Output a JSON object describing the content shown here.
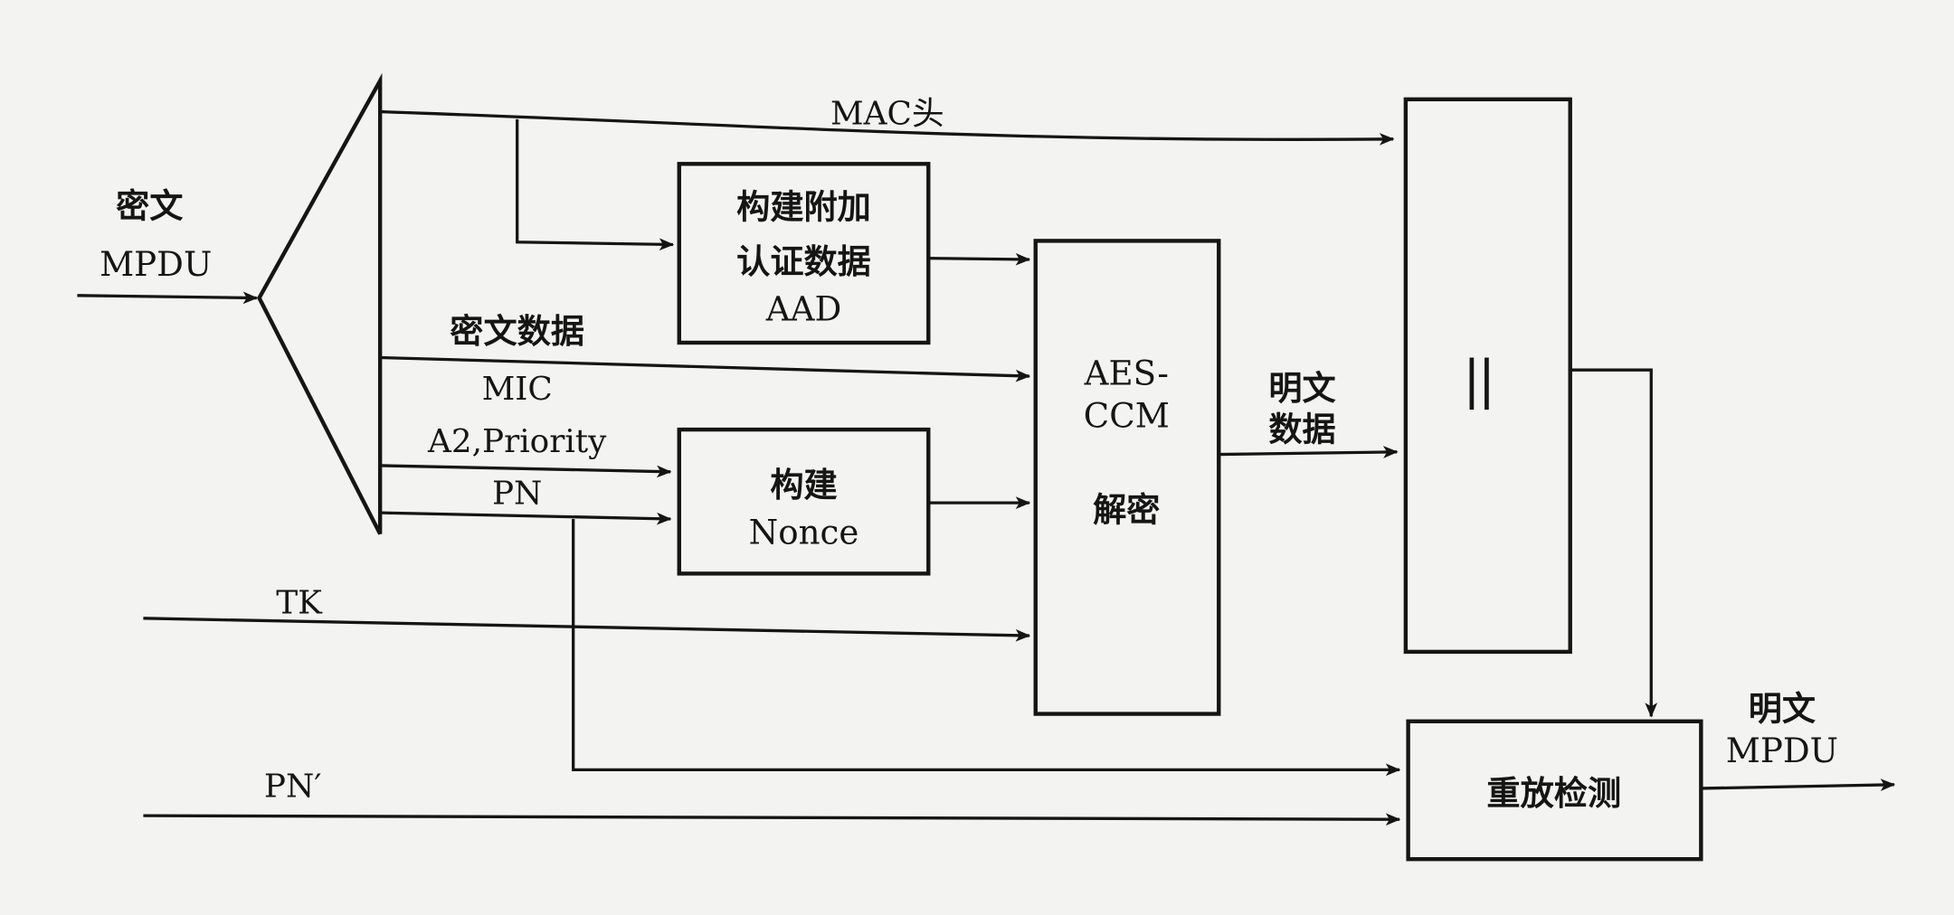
{
  "input": {
    "line1": "密文",
    "line2": "MPDU"
  },
  "signals": {
    "mac_header": "MAC头",
    "cipher_data": "密文数据",
    "mic": "MIC",
    "a2_priority": "A2,Priority",
    "pn": "PN",
    "tk": "TK",
    "pn_prime": "PN′",
    "plain_data_line1": "明文",
    "plain_data_line2": "数据"
  },
  "blocks": {
    "aad": {
      "line1": "构建附加",
      "line2": "认证数据",
      "line3": "AAD"
    },
    "nonce": {
      "line1": "构建",
      "line2": "Nonce"
    },
    "aes": {
      "line1": "AES-",
      "line2": "CCM",
      "line3": "解密"
    },
    "concat": {
      "symbol": "||"
    },
    "replay": {
      "label": "重放检测"
    }
  },
  "output": {
    "line1": "明文",
    "line2": "MPDU"
  }
}
